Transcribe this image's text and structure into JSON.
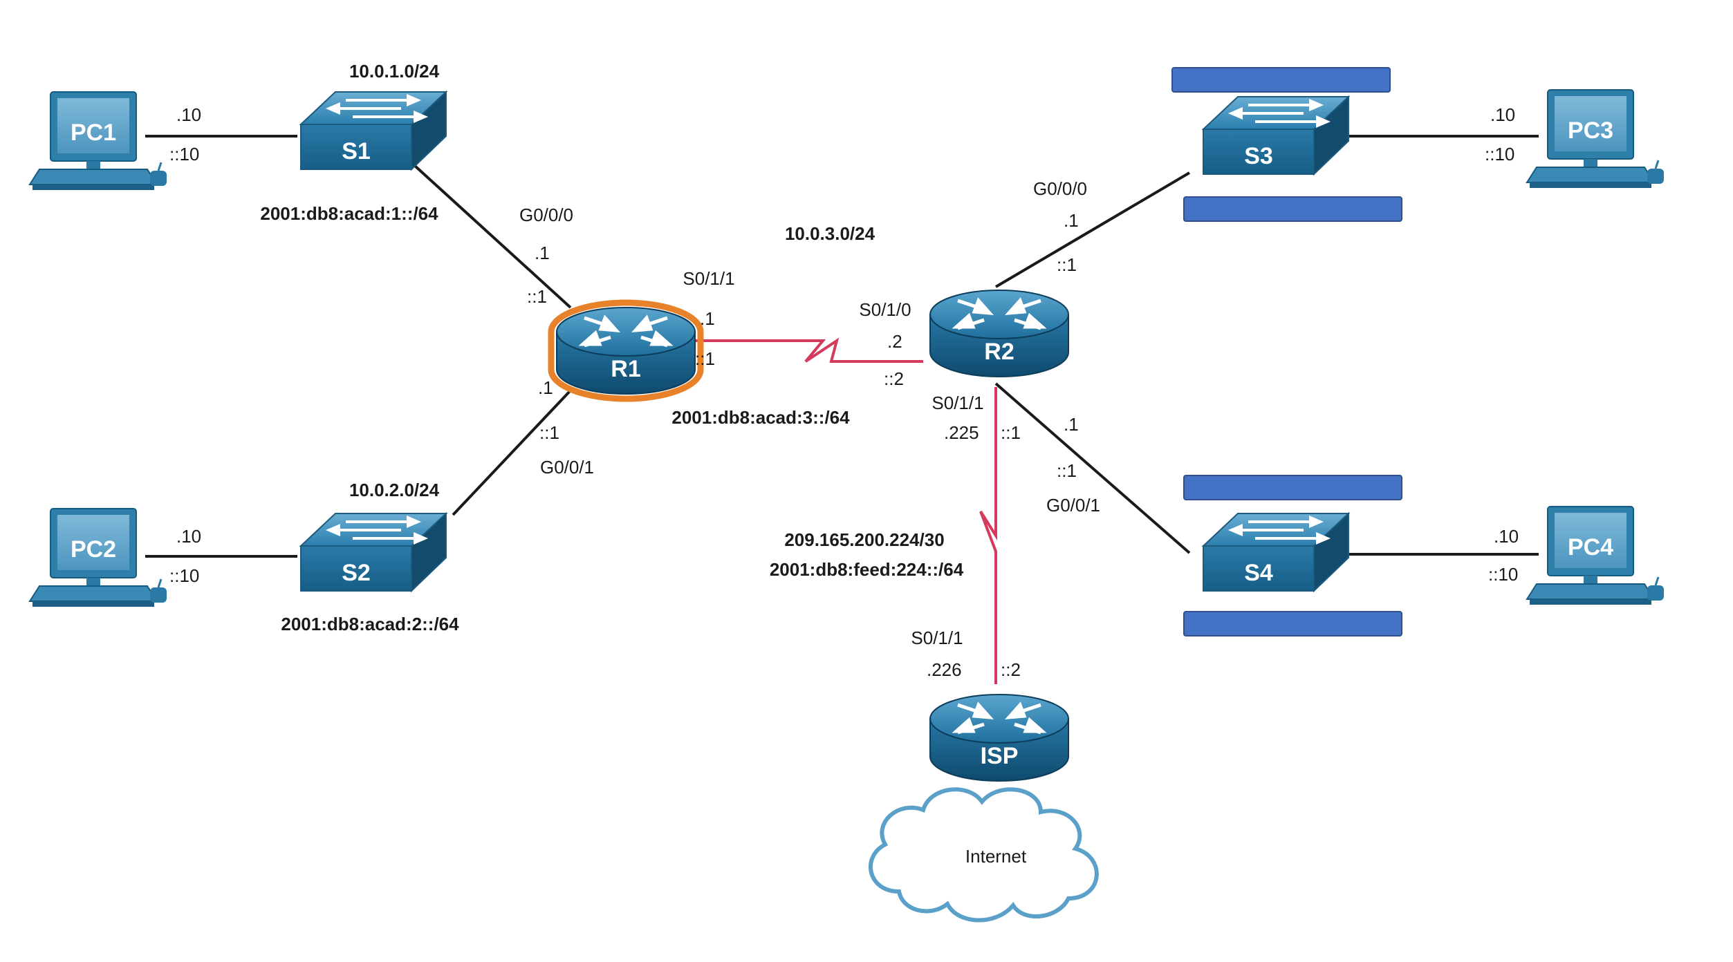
{
  "devices": {
    "pc1": "PC1",
    "pc2": "PC2",
    "pc3": "PC3",
    "pc4": "PC4",
    "s1": "S1",
    "s2": "S2",
    "s3": "S3",
    "s4": "S4",
    "r1": "R1",
    "r2": "R2",
    "isp": "ISP",
    "cloud": "Internet"
  },
  "networks": {
    "lan1_v4": "10.0.1.0/24",
    "lan1_v6": "2001:db8:acad:1::/64",
    "lan2_v4": "10.0.2.0/24",
    "lan2_v6": "2001:db8:acad:2::/64",
    "wan_v4": "10.0.3.0/24",
    "wan_v6": "2001:db8:acad:3::/64",
    "isp_v4": "209.165.200.224/30",
    "isp_v6": "2001:db8:feed:224::/64"
  },
  "interfaces": {
    "r1_g000": "G0/0/0",
    "r1_g001": "G0/0/1",
    "r1_s011": "S0/1/1",
    "r2_g000": "G0/0/0",
    "r2_g001": "G0/0/1",
    "r2_s010": "S0/1/0",
    "r2_s011": "S0/1/1",
    "isp_s011": "S0/1/1"
  },
  "addresses": {
    "pc1_v4": ".10",
    "pc1_v6": "::10",
    "pc2_v4": ".10",
    "pc2_v6": "::10",
    "pc3_v4": ".10",
    "pc3_v6": "::10",
    "pc4_v4": ".10",
    "pc4_v6": "::10",
    "r1_g000_v4": ".1",
    "r1_g000_v6": "::1",
    "r1_g001_v4": ".1",
    "r1_g001_v6": "::1",
    "r1_s011_v4": ".1",
    "r1_s011_v6": "::1",
    "r2_s010_v4": ".2",
    "r2_s010_v6": "::2",
    "r2_g000_v4": ".1",
    "r2_g000_v6": "::1",
    "r2_g001_v4": ".1",
    "r2_g001_v6": "::1",
    "r2_s011_v4": ".225",
    "r2_s011_v6": "::1",
    "isp_s011_v4": ".226",
    "isp_s011_v6": "::2"
  },
  "colors": {
    "device_blue": "#1e6a92",
    "device_dark": "#0f4664",
    "serial_link": "#d43a5b",
    "ethernet_link": "#1a1a1a",
    "r1_highlight": "#e8822a",
    "redaction_box": "#4472c4",
    "cloud_stroke": "#5aa0c8"
  }
}
